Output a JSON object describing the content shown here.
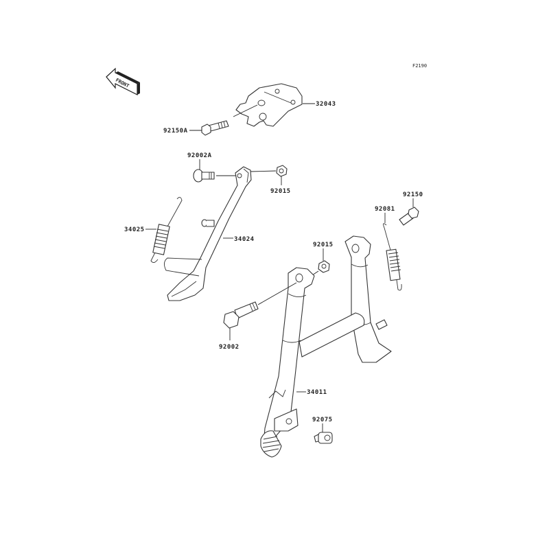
{
  "diagram_code": "F2190",
  "front_indicator": "FRONT",
  "labels": {
    "bracket": "32043",
    "bracket_bolt": "92150A",
    "side_stand_bolt": "92002A",
    "side_stand_nut": "92015",
    "side_stand_spring": "34025",
    "side_stand": "34024",
    "center_stand_spring_bolt": "92150",
    "center_stand_spring": "92081",
    "center_stand_nut": "92015",
    "center_stand_bolt": "92002",
    "center_stand": "34011",
    "stopper": "92075"
  }
}
